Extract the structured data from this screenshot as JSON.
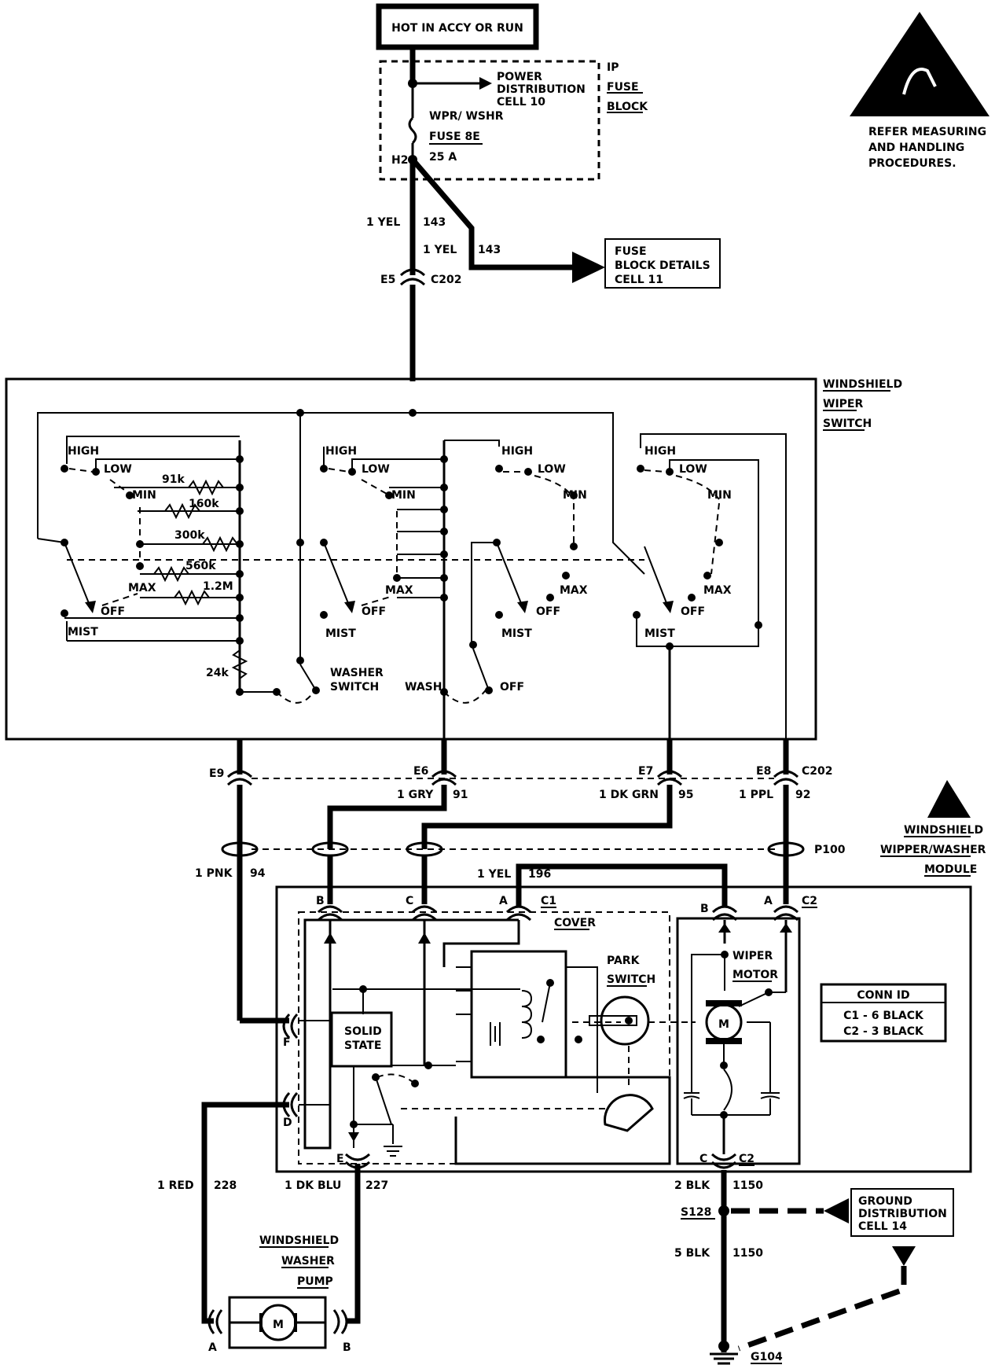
{
  "header": {
    "hot_label": "HOT IN ACCY OR RUN",
    "power_dist": [
      "POWER",
      "DISTRIBUTION",
      "CELL 10"
    ],
    "ip_fuse_block": [
      "IP",
      "FUSE",
      "BLOCK"
    ],
    "fuse_name": "WPR/ WSHR",
    "fuse_id": "FUSE 8E",
    "fuse_amp": "25 A",
    "fuse_pin": "H2"
  },
  "esd": {
    "note": [
      "REFER MEASURING",
      "AND HANDLING",
      "PROCEDURES."
    ]
  },
  "top_wires": {
    "left": {
      "size_color": "1 YEL",
      "circuit": "143"
    },
    "right": {
      "size_color": "1 YEL",
      "circuit": "143"
    },
    "e5": "E5",
    "c202": "C202"
  },
  "fuse_block_details": [
    "FUSE",
    "BLOCK DETAILS",
    "CELL 11"
  ],
  "switch": {
    "title": [
      "WINDSHIELD",
      "WIPER",
      "SWITCH"
    ],
    "positions": {
      "high": "HIGH",
      "low": "LOW",
      "min": "MIN",
      "max": "MAX",
      "off": "OFF",
      "mist": "MIST"
    },
    "resistors": [
      "91k",
      "160k",
      "300k",
      "560k",
      "1.2M",
      "24k"
    ],
    "washer_switch": [
      "WASHER",
      "SWITCH"
    ],
    "wash": "WASH",
    "off": "OFF"
  },
  "c202_pins": {
    "e9": "E9",
    "e6": "E6",
    "e7": "E7",
    "e8": "E8",
    "c202": "C202",
    "wire_e6": {
      "size_color": "1 GRY",
      "circuit": "91"
    },
    "wire_e7": {
      "size_color": "1 DK GRN",
      "circuit": "95"
    },
    "wire_e8": {
      "size_color": "1 PPL",
      "circuit": "92"
    }
  },
  "module": {
    "title": [
      "WINDSHIELD",
      "WIPPER/WASHER",
      "MODULE"
    ],
    "p100": "P100",
    "wire_pnk": {
      "size_color": "1 PNK",
      "circuit": "94"
    },
    "wire_yel": {
      "size_color": "1 YEL",
      "circuit": "196"
    },
    "c1": "C1",
    "c2": "C2",
    "pins": {
      "b": "B",
      "c": "C",
      "a": "A",
      "f": "F",
      "d": "D",
      "e": "E"
    },
    "cover": "COVER",
    "park_switch": [
      "PARK",
      "SWITCH"
    ],
    "solid_state": [
      "SOLID",
      "STATE"
    ],
    "wiper_motor": [
      "WIPER",
      "MOTOR"
    ],
    "motor_symbol": "M",
    "conn_id": {
      "title": "CONN ID",
      "rows": [
        "C1 - 6 BLACK",
        "C2 - 3 BLACK"
      ]
    }
  },
  "bottom": {
    "wire_red": {
      "size_color": "1 RED",
      "circuit": "228"
    },
    "wire_dkblu": {
      "size_color": "1 DK BLU",
      "circuit": "227"
    },
    "wire_blk2": {
      "size_color": "2 BLK",
      "circuit": "1150"
    },
    "wire_blk5": {
      "size_color": "5 BLK",
      "circuit": "1150"
    },
    "s128": "S128",
    "g104": "G104",
    "ground_dist": [
      "GROUND",
      "DISTRIBUTION",
      "CELL 14"
    ],
    "pump": [
      "WINDSHIELD",
      "WASHER",
      "PUMP"
    ],
    "pump_symbol": "M",
    "pump_pin_a": "A",
    "pump_pin_b": "B"
  }
}
